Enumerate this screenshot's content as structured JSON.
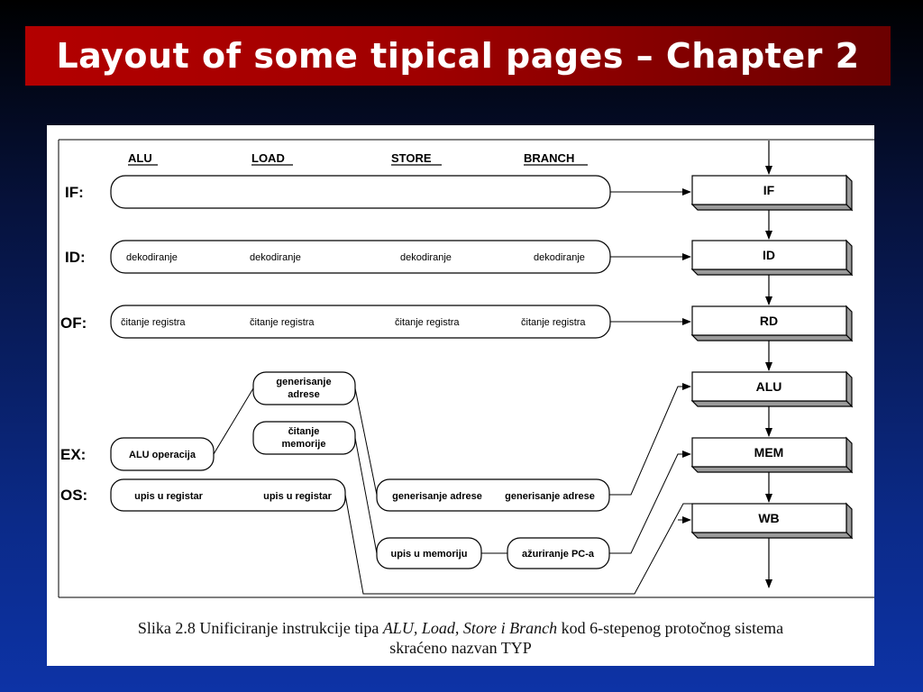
{
  "slide": {
    "title": "Layout of some tipical pages – Chapter 2"
  },
  "diagram": {
    "columns": {
      "alu": "ALU",
      "load": "LOAD",
      "store": "STORE",
      "branch": "BRANCH"
    },
    "row_labels": {
      "if": "IF:",
      "id": "ID:",
      "of": "OF:",
      "ex": "EX:",
      "os": "OS:"
    },
    "id_row": [
      "dekodiranje",
      "dekodiranje",
      "dekodiranje",
      "dekodiranje"
    ],
    "of_row": [
      "čitanje registra",
      "čitanje registra",
      "čitanje registra",
      "čitanje registra"
    ],
    "ex": {
      "gen_adrese_1": "generisanje",
      "gen_adrese_2": "adrese",
      "citanje_mem_1": "čitanje",
      "citanje_mem_2": "memorije",
      "alu_operacija": "ALU operacija"
    },
    "os": {
      "upis_reg_1": "upis u registar",
      "upis_reg_2": "upis u registar",
      "gen_adresa_1": "generisanje adrese",
      "gen_adresa_2": "generisanje adrese",
      "upis_mem": "upis u memoriju",
      "azuriranje_pc": "ažuriranje PC-a"
    },
    "pipeline": [
      "IF",
      "ID",
      "RD",
      "ALU",
      "MEM",
      "WB"
    ]
  },
  "caption": {
    "part1": "Slika 2.8 Unificiranje instrukcije tipa ",
    "italic1": "ALU, Load,  Store i Branch",
    "part2": " kod 6-stepenog protočnog sistema",
    "line2": "skraćeno nazvan TYP"
  }
}
